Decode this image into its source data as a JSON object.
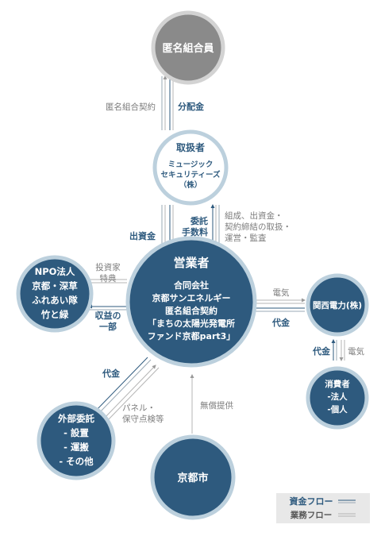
{
  "nodes": {
    "investors": {
      "label": "匿名組合員"
    },
    "handler": {
      "label": "取扱者",
      "company": [
        "ミュージック",
        "セキュリティーズ",
        "（株）"
      ]
    },
    "operator": {
      "label": "営業者",
      "lines": [
        "合同会社",
        "京都サンエネルギー",
        "匿名組合契約",
        "「まちの太陽光発電所",
        "ファンド京都part3」"
      ]
    },
    "npo": {
      "lines": [
        "NPO法人",
        "京都・深草",
        "ふれあい隊",
        "竹と緑"
      ]
    },
    "kansai": {
      "label": "関西電力(株)"
    },
    "consumer": {
      "lines": [
        "消費者",
        "-法人",
        "-個人"
      ]
    },
    "outsource": {
      "lines": [
        "外部委託",
        "- 設置",
        "- 運搬",
        "- その他"
      ]
    },
    "kyoto_city": {
      "label": "京都市"
    }
  },
  "flows": {
    "anonymous_contract": "匿名組合契約",
    "distribution": "分配金",
    "investment": "出資金",
    "commission": [
      "委託",
      "手数料"
    ],
    "handling_note": [
      "組成、出資金・",
      "契約締結の取扱・",
      "運営・監査"
    ],
    "investor_benefit": [
      "投資家",
      "特典"
    ],
    "profit_share": [
      "収益の",
      "一部"
    ],
    "electricity_out": "電気",
    "payment_in": "代金",
    "consumer_payment": "代金",
    "consumer_electricity": "電気",
    "outsource_payment": "代金",
    "panel_maintenance": [
      "パネル・",
      "保守点検等"
    ],
    "free_provision": "無償提供"
  },
  "legend": {
    "fund_flow": "資金フロー",
    "business_flow": "業務フロー"
  },
  "colors": {
    "navy": "#2e5a7e",
    "gray_node": "#8a8a8a",
    "ring": "#bcd0dd",
    "gray_ring": "#d3d3d3",
    "legend_bg": "#e8e8e8"
  }
}
